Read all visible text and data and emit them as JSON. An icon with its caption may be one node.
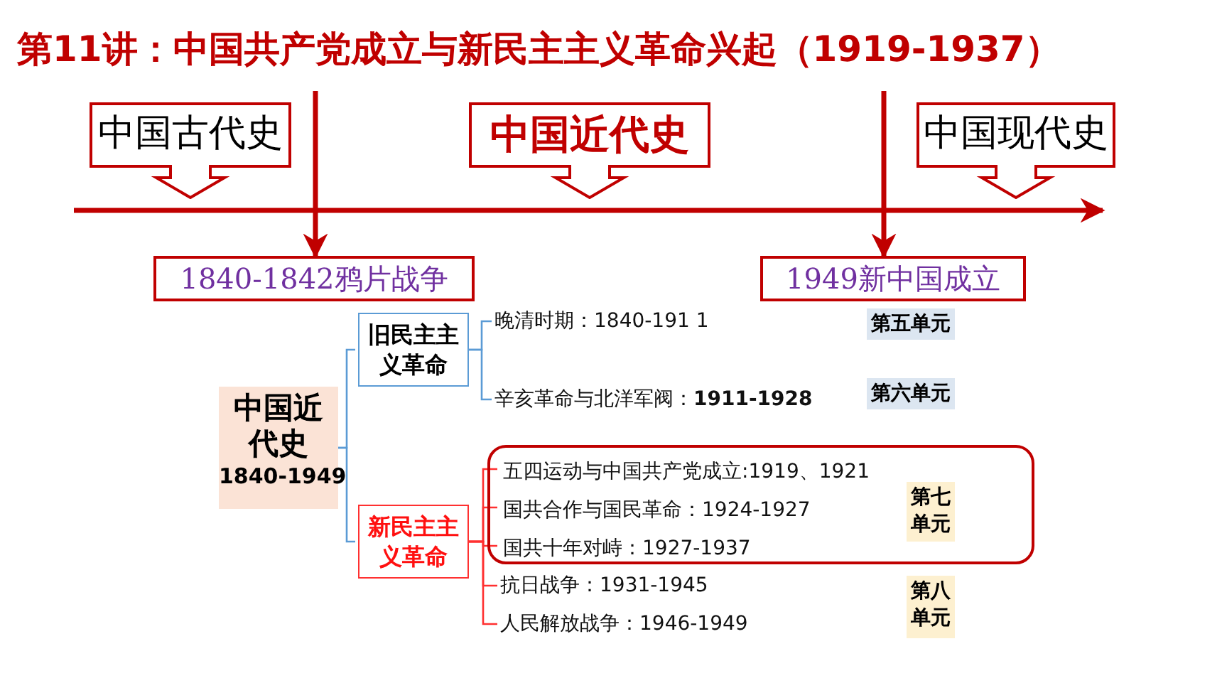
{
  "diagram": {
    "title": "第11讲：中国共产党成立与新民主主义革命兴起（1919-1937）",
    "nodes": [
      {
        "text": [
          "中国古代史"
        ]
      },
      {
        "text": [
          "中国近代史"
        ]
      },
      {
        "text": [
          "中国现代史"
        ]
      },
      {
        "text": [
          "1840-1842鸦片战争"
        ]
      },
      {
        "text": [
          "1949新中国成立"
        ]
      },
      {
        "text": [
          "中国近代史",
          "1840-1949"
        ]
      },
      {
        "text": [
          "旧民主主义革命"
        ]
      },
      {
        "text": [
          "新民主主义革命"
        ]
      },
      {
        "text": [
          "晚清时期：1840-191 1"
        ]
      },
      {
        "text": [
          "辛亥革命与北洋军阀：**1911-1928**"
        ]
      },
      {
        "text": [],
        "shape": "box"
      },
      {
        "text": [
          "五四运动与中国共产党成立:1919、1921"
        ],
        "in": 10
      },
      {
        "text": [
          "国共合作与国民革命：1924-1927"
        ],
        "in": 10
      },
      {
        "text": [
          "国共十年对峙：1927-1937"
        ],
        "in": 10
      },
      {
        "text": [
          "抗日战争：1931-1945"
        ]
      },
      {
        "text": [
          "人民解放战争：1946-1949"
        ]
      }
    ],
    "edges": [
      {
        "from": null,
        "to": 3,
        "arrow": "to",
        "style": "thick"
      },
      {
        "from": null,
        "to": 4,
        "arrow": "to",
        "style": "thick"
      },
      {
        "from": 5,
        "to": 6,
        "arrow": "none",
        "color": "#5b9bd5"
      },
      {
        "from": 5,
        "to": 7,
        "arrow": "none",
        "color": "#5b9bd5"
      },
      {
        "from": 6,
        "to": 8,
        "arrow": "none",
        "color": "#5b9bd5"
      },
      {
        "from": 6,
        "to": 9,
        "arrow": "none",
        "color": "#5b9bd5"
      },
      {
        "from": 7,
        "to": 11,
        "arrow": "none"
      },
      {
        "from": 7,
        "to": 12,
        "arrow": "none"
      },
      {
        "from": 7,
        "to": 13,
        "arrow": "none"
      },
      {
        "from": 7,
        "to": 14,
        "arrow": "none"
      },
      {
        "from": 7,
        "to": 15,
        "arrow": "none"
      }
    ],
    "labels": [
      "第五单元",
      "第六单元",
      "第七单元",
      "第八单元"
    ]
  }
}
